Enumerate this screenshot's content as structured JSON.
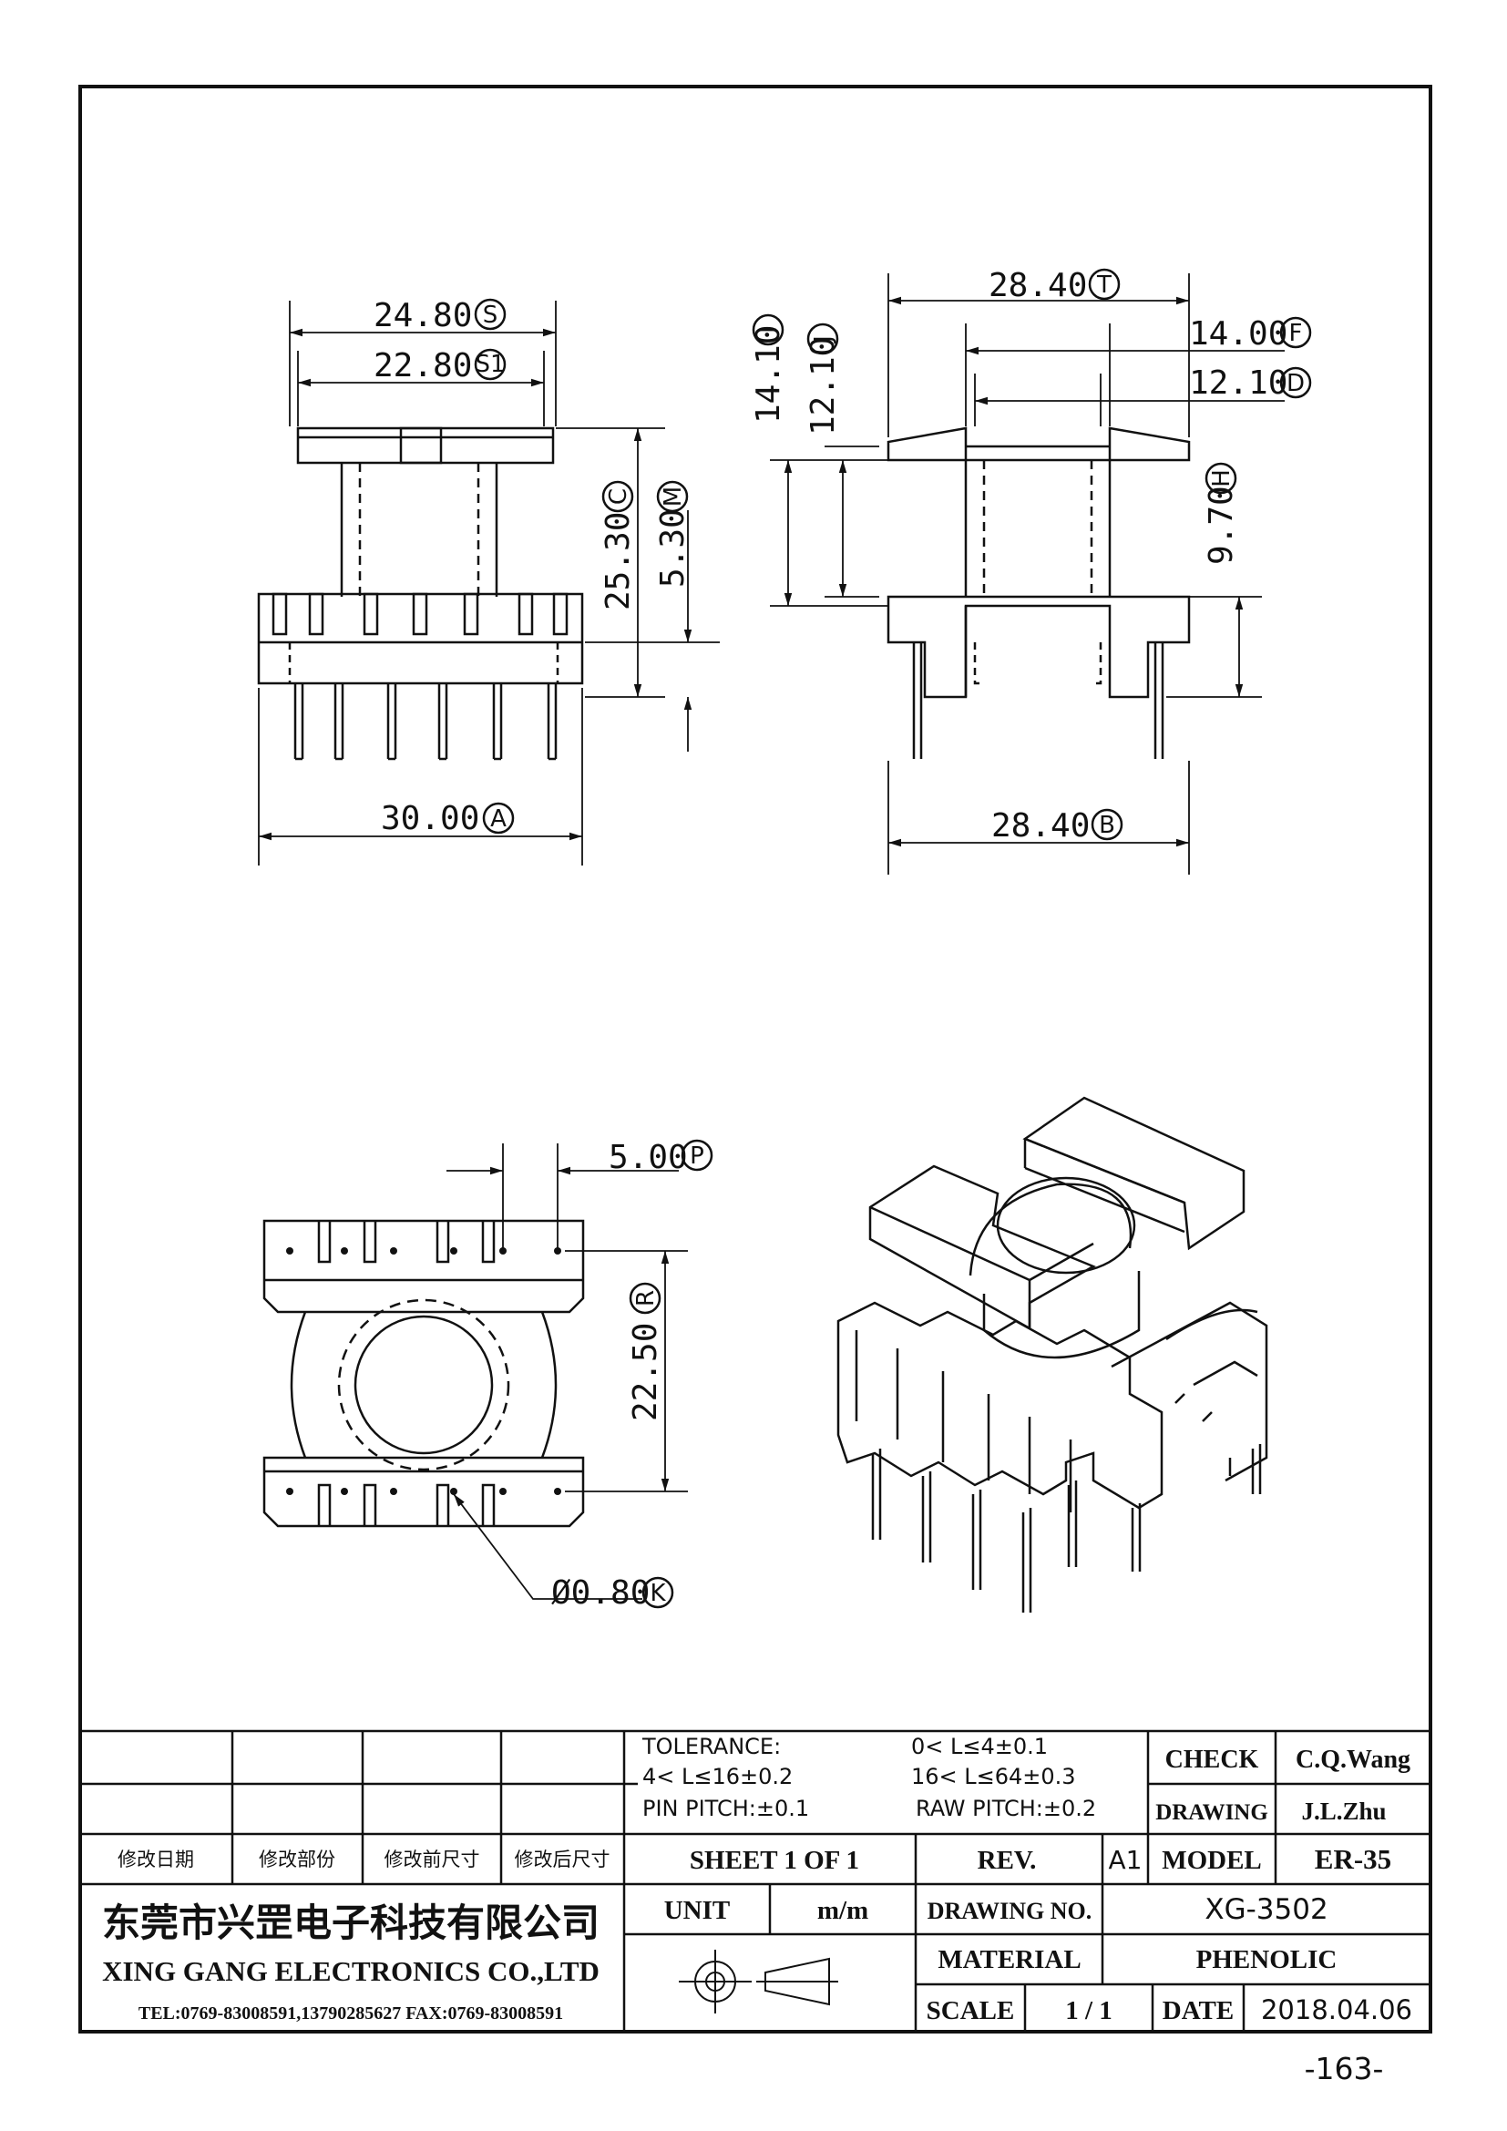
{
  "dimensions": {
    "s": {
      "value": "24.80",
      "tag": "S"
    },
    "s1": {
      "value": "22.80",
      "tag": "S1"
    },
    "t": {
      "value": "28.40",
      "tag": "T"
    },
    "f": {
      "value": "14.00",
      "tag": "F"
    },
    "d": {
      "value": "12.10",
      "tag": "D"
    },
    "i": {
      "value": "14.10",
      "tag": "I"
    },
    "j": {
      "value": "12.10",
      "tag": "J"
    },
    "c": {
      "value": "25.30",
      "tag": "C"
    },
    "m": {
      "value": "5.30",
      "tag": "M"
    },
    "h": {
      "value": "9.70",
      "tag": "H"
    },
    "a": {
      "value": "30.00",
      "tag": "A"
    },
    "b": {
      "value": "28.40",
      "tag": "B"
    },
    "p": {
      "value": "5.00",
      "tag": "P"
    },
    "r": {
      "value": "22.50",
      "tag": "R"
    },
    "k": {
      "value": "Ø0.80",
      "tag": "K"
    }
  },
  "revision_table": {
    "headers": [
      "修改日期",
      "修改部份",
      "修改前尺寸",
      "修改后尺寸"
    ]
  },
  "tolerance": {
    "label": "TOLERANCE:",
    "rule1": "0< L≤4±0.1",
    "rule2": "4< L≤16±0.2",
    "rule3": "16< L≤64±0.3",
    "pin_pitch": "PIN PITCH:±0.1",
    "raw_pitch": "RAW PITCH:±0.2"
  },
  "title_block": {
    "check_label": "CHECK",
    "check_value": "C.Q.Wang",
    "drawing_label": "DRAWING",
    "drawing_value": "J.L.Zhu",
    "sheet": "SHEET 1 OF 1",
    "rev_label": "REV.",
    "rev_value": "A1",
    "model_label": "MODEL",
    "model_value": "ER-35",
    "unit_label": "UNIT",
    "unit_value": "m/m",
    "drawing_no_label": "DRAWING NO.",
    "drawing_no_value": "XG-3502",
    "material_label": "MATERIAL",
    "material_value": "PHENOLIC",
    "scale_label": "SCALE",
    "scale_value": "1 / 1",
    "date_label": "DATE",
    "date_value": "2018.04.06"
  },
  "company": {
    "name_cn": "东莞市兴罡电子科技有限公司",
    "name_en": "XING GANG  ELECTRONICS CO.,LTD",
    "contact": "TEL:0769-83008591,13790285627 FAX:0769-83008591"
  },
  "page_number": "-163-",
  "colors": {
    "ink": "#111111",
    "paper": "#ffffff"
  }
}
